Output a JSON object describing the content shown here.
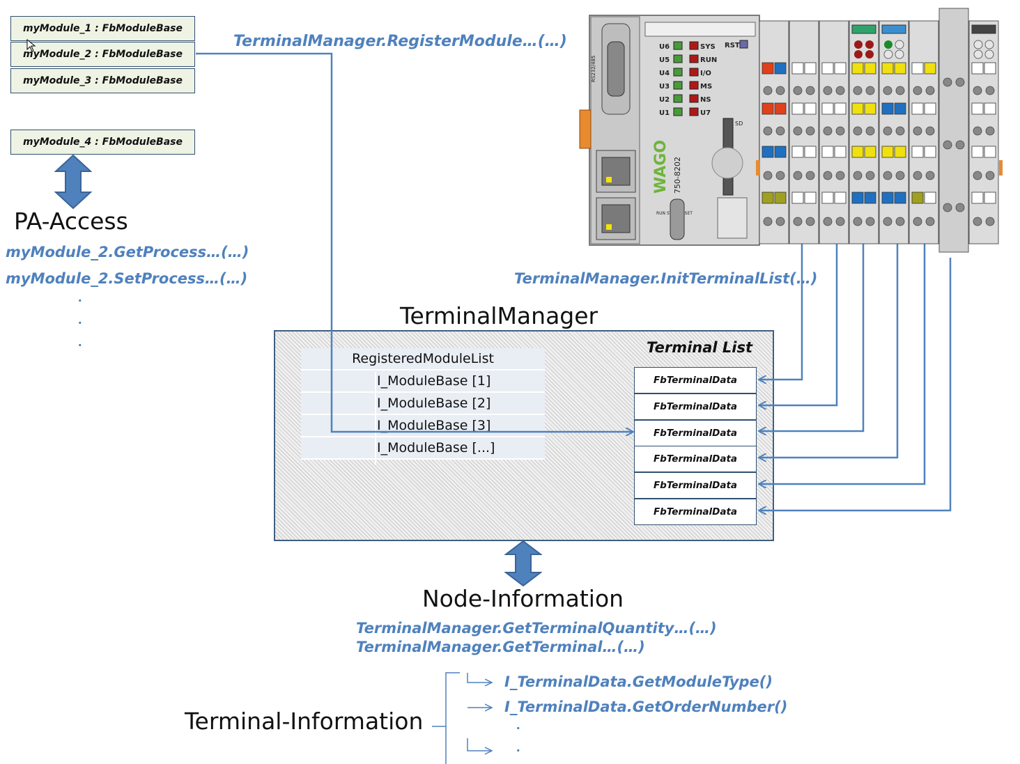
{
  "modules": [
    {
      "label": "myModule_1 : FbModuleBase"
    },
    {
      "label": "myModule_2 : FbModuleBase"
    },
    {
      "label": "myModule_3 : FbModuleBase"
    },
    {
      "label": "myModule_4 : FbModuleBase"
    }
  ],
  "register_call": "TerminalManager.RegisterModule…(…)",
  "pa_access": {
    "title": "PA-Access",
    "calls": [
      "myModule_2.GetProcess…(…)",
      "myModule_2.SetProcess…(…)"
    ]
  },
  "init_call": "TerminalManager.InitTerminalList(…)",
  "terminal_manager": {
    "title": "TerminalManager",
    "registered_header": "RegisteredModuleList",
    "registered_items": [
      "I_ModuleBase [1]",
      "I_ModuleBase [2]",
      "I_ModuleBase [3]",
      "I_ModuleBase [...]"
    ],
    "terminal_list_title": "Terminal List",
    "terminal_items": [
      "FbTerminalData",
      "FbTerminalData",
      "FbTerminalData",
      "FbTerminalData",
      "FbTerminalData",
      "FbTerminalData"
    ]
  },
  "node_info": {
    "title": "Node-Information",
    "calls": [
      "TerminalManager.GetTerminalQuantity…(…)",
      "TerminalManager.GetTerminal…(…)"
    ]
  },
  "terminal_info": {
    "title": "Terminal-Information",
    "calls": [
      "I_TerminalData.GetModuleType()",
      "I_TerminalData.GetOrderNumber()"
    ]
  },
  "device": {
    "leds_left": [
      "U6",
      "U5",
      "U4",
      "U3",
      "U2",
      "U1"
    ],
    "leds_right": [
      "SYS",
      "RUN",
      "I/O",
      "MS",
      "NS",
      "U7"
    ],
    "rst_label": "RST",
    "brand": "WAGO",
    "model": "750-8202",
    "sd_label": "SD",
    "switch_label": "RUN STOP RESET",
    "port_label": "RS232/485"
  },
  "colors": {
    "accent_blue": "#4f81bd",
    "box_border": "#2f4f6f",
    "module_fill": "#eef3e4"
  }
}
